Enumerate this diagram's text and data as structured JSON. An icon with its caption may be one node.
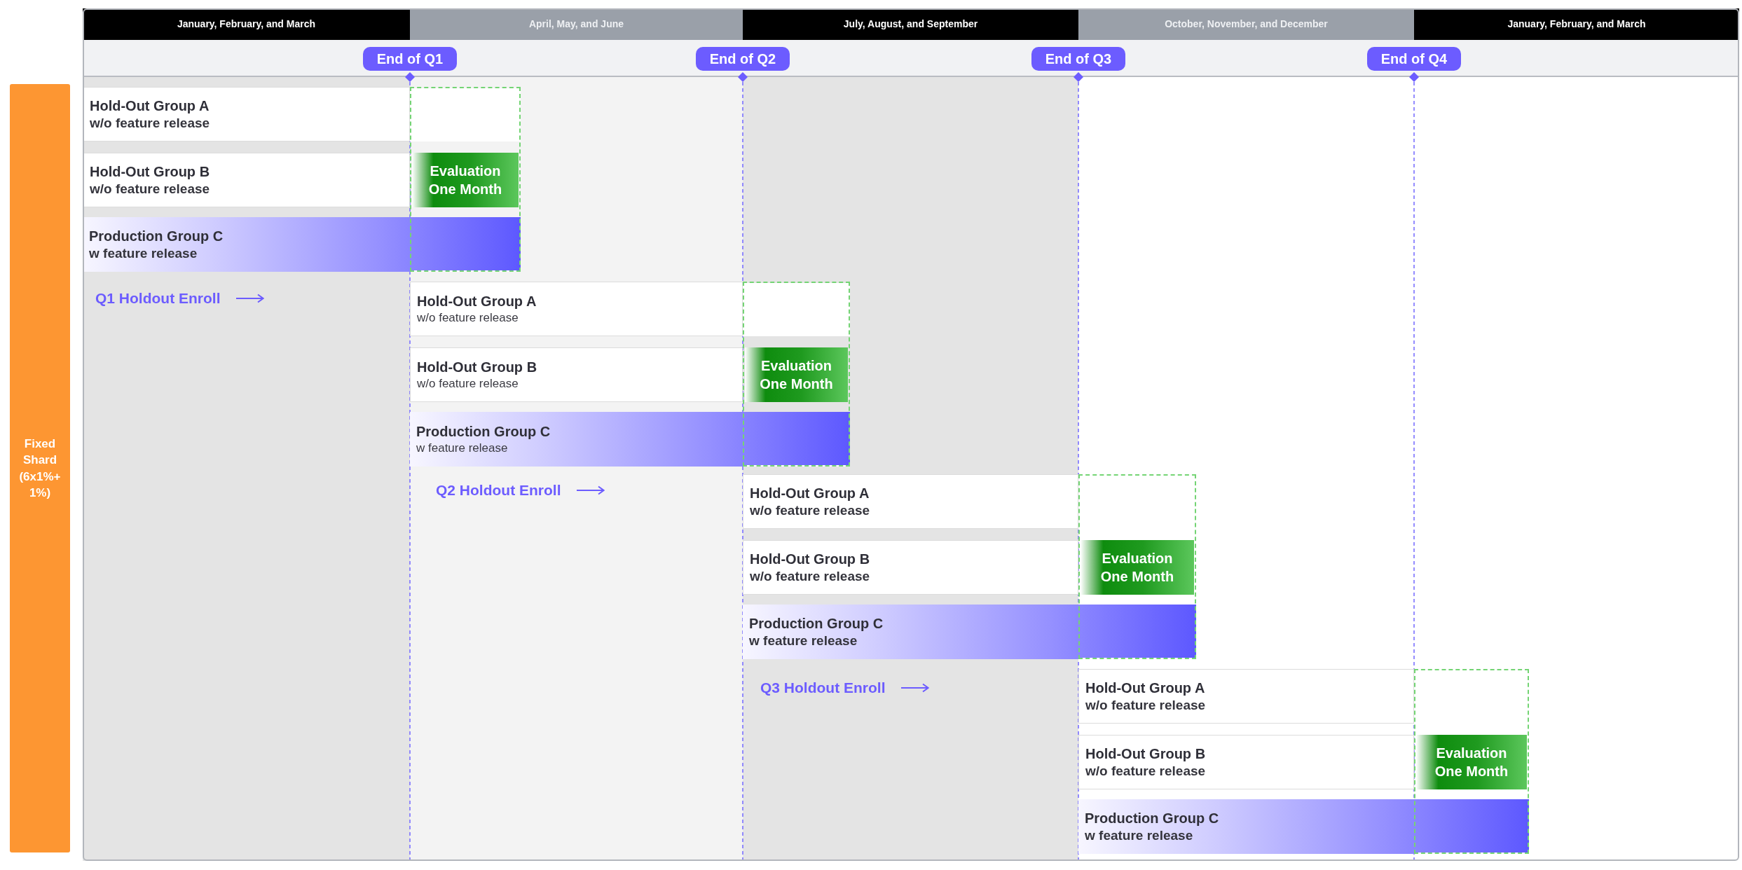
{
  "diagram": {
    "nodes": [
      {
        "text": [
          "January, February, and March"
        ]
      },
      {
        "text": [
          "April, May, and June"
        ]
      },
      {
        "text": [
          "July, August, and September"
        ]
      },
      {
        "text": [
          "October, November, and December"
        ]
      },
      {
        "text": [
          "January, February, and March"
        ]
      },
      {
        "text": [
          "End of Q1"
        ]
      },
      {
        "text": [
          "End of Q2"
        ]
      },
      {
        "text": [
          "End of Q3"
        ]
      },
      {
        "text": [
          "End of Q4"
        ]
      },
      {
        "text": [
          "Fixed Shard (6x1%+ 1%)"
        ]
      },
      {
        "text": [
          "Hold-Out Group A",
          "w/o feature release"
        ]
      },
      {
        "text": [],
        "shape": "box"
      },
      {
        "text": [
          "Hold-Out Group B",
          "w/o feature release"
        ]
      },
      {
        "text": [
          "Evaluation One Month"
        ],
        "in": 11
      },
      {
        "text": [
          "Production Group C",
          "w feature release"
        ]
      },
      {
        "text": [
          "Hold-Out Group A",
          "w/o feature release"
        ]
      },
      {
        "text": [],
        "shape": "box"
      },
      {
        "text": [
          "Hold-Out Group B",
          "w/o feature release"
        ]
      },
      {
        "text": [
          "Evaluation One Month"
        ],
        "in": 16
      },
      {
        "text": [
          "Production Group C",
          "w feature release"
        ]
      },
      {
        "text": [
          "Hold-Out Group A",
          "w/o feature release"
        ]
      },
      {
        "text": [],
        "shape": "box"
      },
      {
        "text": [
          "Hold-Out Group B",
          "w/o feature release"
        ]
      },
      {
        "text": [
          "Evaluation One Month"
        ],
        "in": 21
      },
      {
        "text": [
          "Production Group C",
          "w feature release"
        ]
      },
      {
        "text": [
          "Hold-Out Group A",
          "w/o feature release"
        ]
      },
      {
        "text": [],
        "shape": "box"
      },
      {
        "text": [
          "Hold-Out Group B",
          "w/o feature release"
        ]
      },
      {
        "text": [
          "Evaluation One Month"
        ],
        "in": 26
      },
      {
        "text": [
          "Production Group C",
          "w feature release"
        ]
      }
    ],
    "labels": [
      "Q1 Holdout Enroll",
      "Q2 Holdout Enroll",
      "Q3 Holdout Enroll"
    ]
  }
}
